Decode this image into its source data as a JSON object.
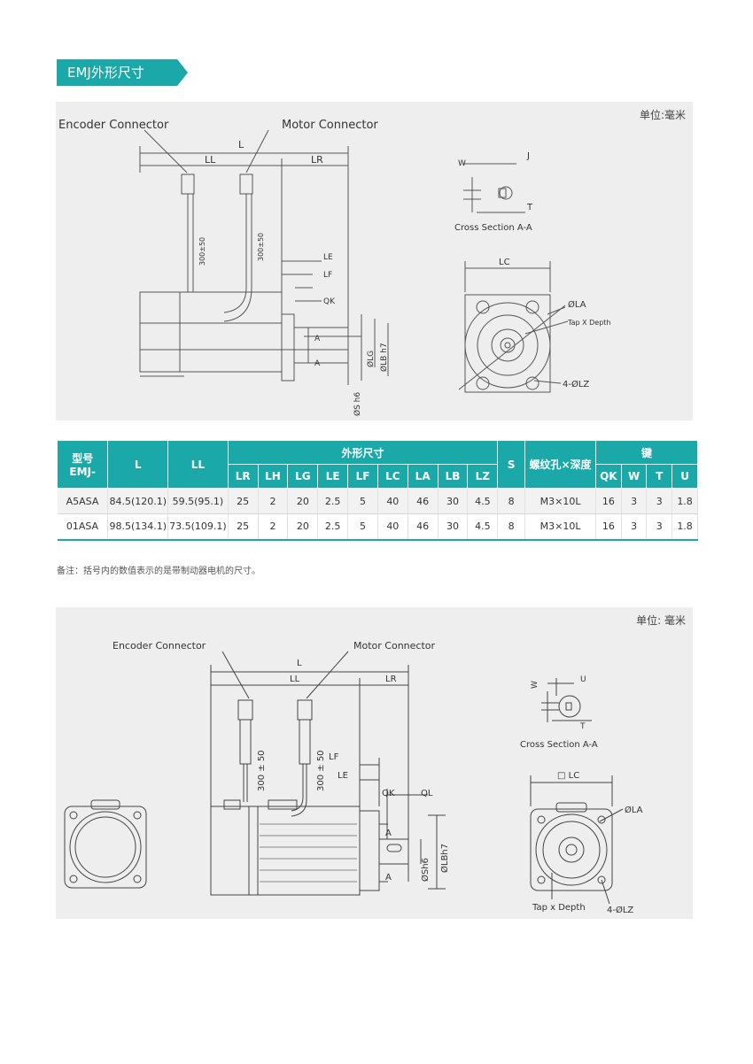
{
  "section_title": "EMJ外形尺寸",
  "panel1": {
    "unit": "单位:毫米",
    "encoder_connector": "Encoder Connector",
    "motor_connector": "Motor Connector",
    "cross_section": "Cross Section A-A",
    "labels": {
      "L": "L",
      "LL": "LL",
      "LR": "LR",
      "LE": "LE",
      "LF": "LF",
      "QK": "QK",
      "LG": "ØLG",
      "LB": "ØLB h7",
      "S": "ØS h6",
      "A": "A",
      "W": "W",
      "J": "J",
      "T": "T",
      "LC": "LC",
      "LA": "ØLA",
      "tap": "Tap X Depth",
      "LZ": "4-ØLZ",
      "cable": "300±50"
    }
  },
  "table": {
    "header_model": "型号\nEMJ-",
    "header_model_line1": "型号",
    "header_model_line2": "EMJ-",
    "header_L": "L",
    "header_LL": "LL",
    "header_dims": "外形尺寸",
    "header_S": "S",
    "header_thread": "螺纹孔×深度",
    "header_key": "键",
    "sub_dims": [
      "LR",
      "LH",
      "LG",
      "LE",
      "LF",
      "LC",
      "LA",
      "LB",
      "LZ"
    ],
    "sub_key": [
      "QK",
      "W",
      "T",
      "U"
    ],
    "rows": [
      {
        "model": "A5ASA",
        "L": "84.5(120.1)",
        "LL": "59.5(95.1)",
        "dims": [
          "25",
          "2",
          "20",
          "2.5",
          "5",
          "40",
          "46",
          "30",
          "4.5"
        ],
        "S": "8",
        "thread": "M3×10L",
        "key": [
          "16",
          "3",
          "3",
          "1.8"
        ]
      },
      {
        "model": "01ASA",
        "L": "98.5(134.1)",
        "LL": "73.5(109.1)",
        "dims": [
          "25",
          "2",
          "20",
          "2.5",
          "5",
          "40",
          "46",
          "30",
          "4.5"
        ],
        "S": "8",
        "thread": "M3×10L",
        "key": [
          "16",
          "3",
          "3",
          "1.8"
        ]
      }
    ]
  },
  "note": "备注：括号内的数值表示的是带制动器电机的尺寸。",
  "panel2": {
    "unit": "单位: 毫米",
    "encoder_connector": "Encoder Connector",
    "motor_connector": "Motor Connector",
    "cross_section": "Cross Section A-A",
    "labels": {
      "L": "L",
      "LL": "LL",
      "LR": "LR",
      "LF": "LF",
      "LE": "LE",
      "QK": "QK",
      "QL": "QL",
      "A": "A",
      "S": "ØSh6",
      "LB": "ØLBh7",
      "W": "W",
      "U": "U",
      "T": "T",
      "LC": "□ LC",
      "LA": "ØLA",
      "tap": "Tap x Depth",
      "LZ": "4-ØLZ",
      "cable": "300 ± 50"
    }
  }
}
